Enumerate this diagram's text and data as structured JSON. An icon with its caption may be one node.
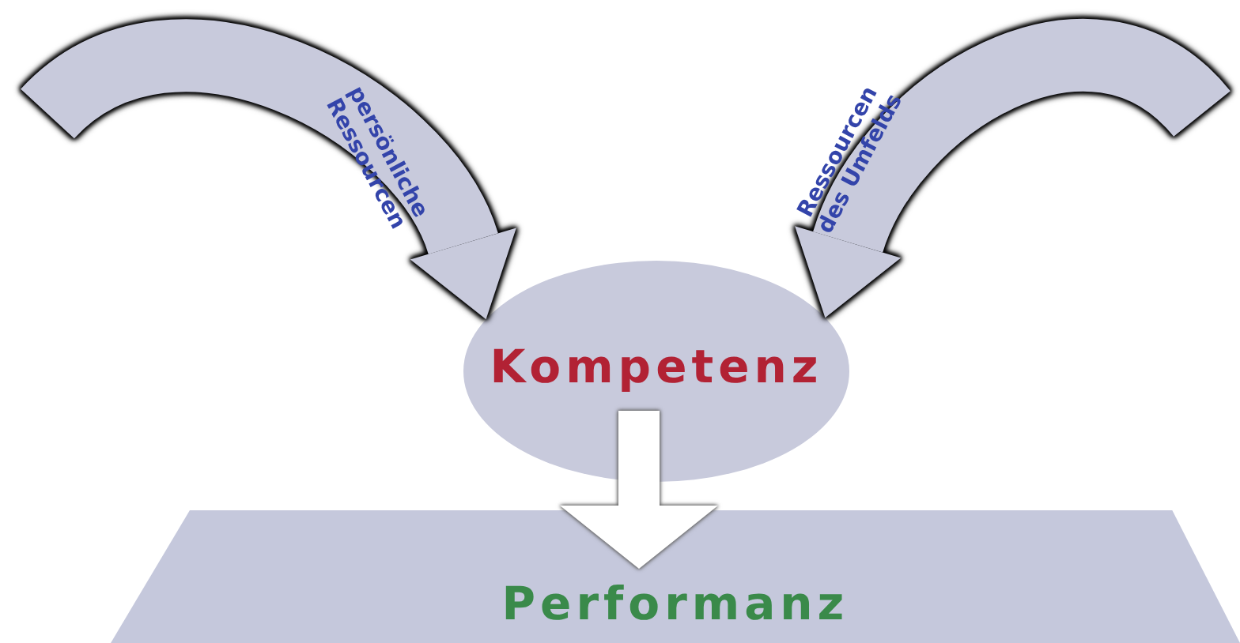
{
  "diagram": {
    "nodes": [
      {
        "text": [
          "Kompetenz"
        ]
      },
      {
        "text": [
          "Performanz"
        ]
      }
    ],
    "edges": [
      {
        "from": null,
        "to": 0,
        "arrow": "to",
        "label": "persönliche Ressourcen"
      },
      {
        "from": null,
        "to": 0,
        "arrow": "to",
        "label": "Ressourcen des Umfelds"
      },
      {
        "from": 0,
        "to": 1,
        "arrow": "to"
      }
    ]
  }
}
